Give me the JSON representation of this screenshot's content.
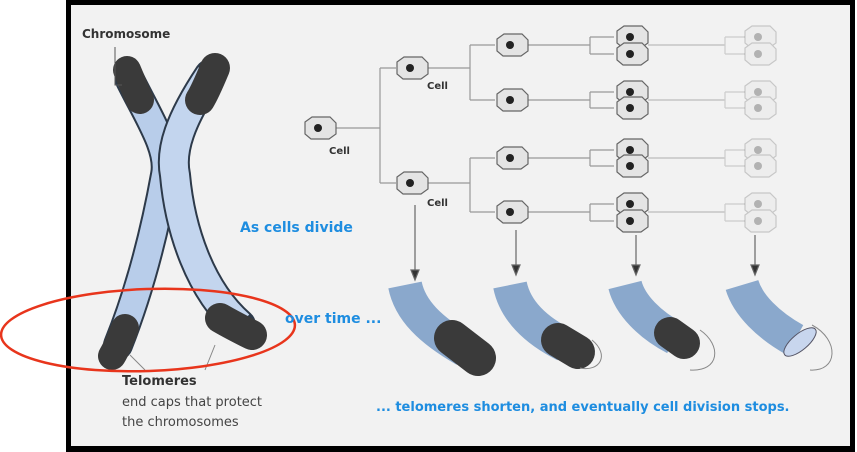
{
  "labels": {
    "chromosome": "Chromosome",
    "cell": "Cell",
    "as_cells_divide": "As cells divide",
    "over_time": "over time ...",
    "telomeres_title": "Telomeres",
    "telomeres_desc_1": "end caps that protect",
    "telomeres_desc_2": "the chromosomes",
    "conclusion": "... telomeres shorten, and eventually cell division stops."
  },
  "colors": {
    "accent_text": "#1e8de0",
    "highlight_ellipse": "#e8351c",
    "telomere": "#3a3a3a",
    "chromosome": "#b8cdea"
  }
}
